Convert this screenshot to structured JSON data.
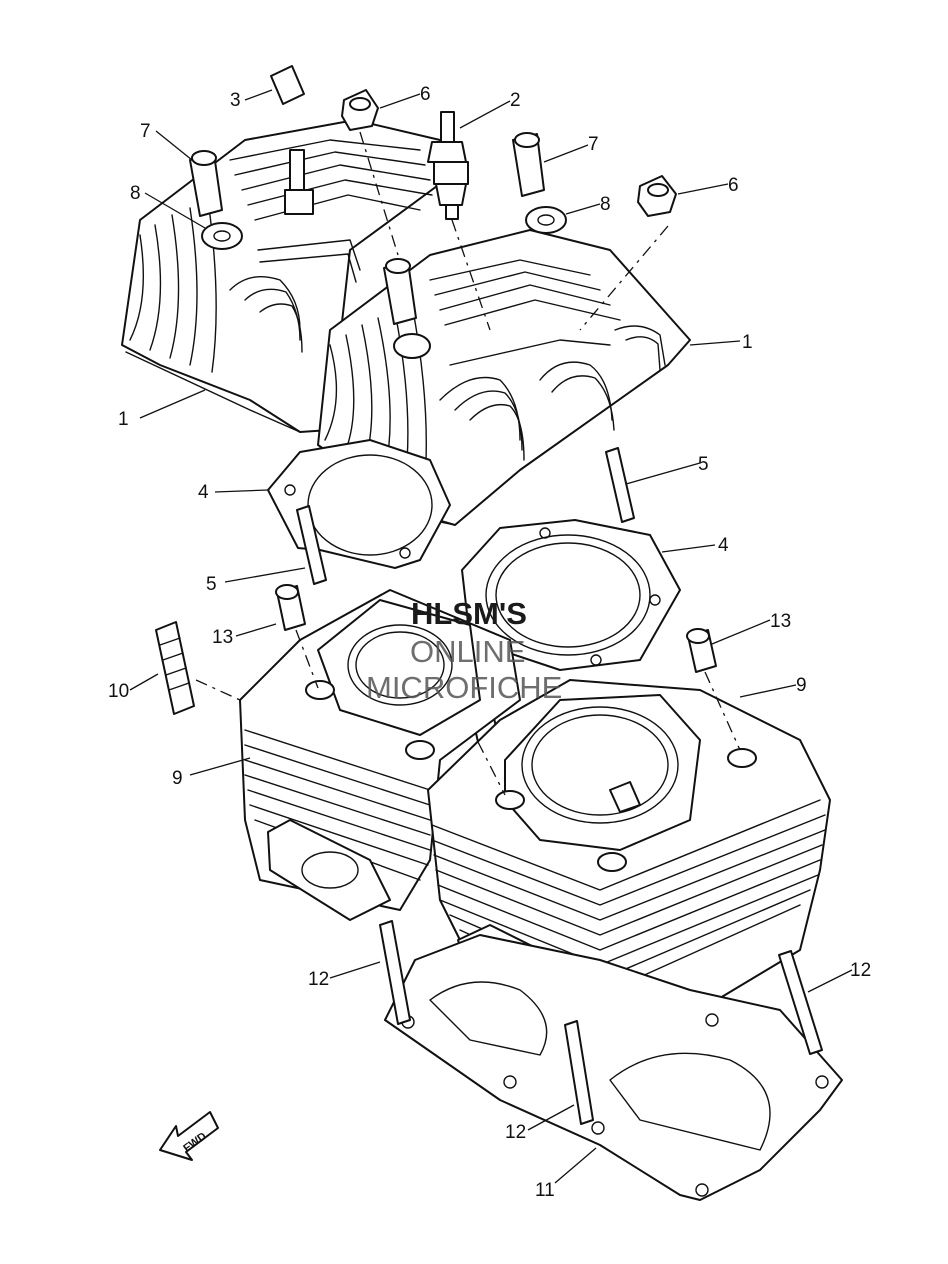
{
  "callouts": [
    {
      "id": "c1a",
      "text": "1"
    },
    {
      "id": "c1b",
      "text": "1"
    },
    {
      "id": "c2",
      "text": "2"
    },
    {
      "id": "c3",
      "text": "3"
    },
    {
      "id": "c4a",
      "text": "4"
    },
    {
      "id": "c4b",
      "text": "4"
    },
    {
      "id": "c5a",
      "text": "5"
    },
    {
      "id": "c5b",
      "text": "5"
    },
    {
      "id": "c6a",
      "text": "6"
    },
    {
      "id": "c6b",
      "text": "6"
    },
    {
      "id": "c7a",
      "text": "7"
    },
    {
      "id": "c7b",
      "text": "7"
    },
    {
      "id": "c8a",
      "text": "8"
    },
    {
      "id": "c8b",
      "text": "8"
    },
    {
      "id": "c9a",
      "text": "9"
    },
    {
      "id": "c9b",
      "text": "9"
    },
    {
      "id": "c10",
      "text": "10"
    },
    {
      "id": "c11",
      "text": "11"
    },
    {
      "id": "c12a",
      "text": "12"
    },
    {
      "id": "c12b",
      "text": "12"
    },
    {
      "id": "c12c",
      "text": "12"
    },
    {
      "id": "c13a",
      "text": "13"
    },
    {
      "id": "c13b",
      "text": "13"
    }
  ],
  "watermark": {
    "line1": "HLSM'S",
    "line2": "ONLINE",
    "line3": "MICROFICHE"
  },
  "fwd_label": "FWD",
  "colors": {
    "line": "#111111",
    "background": "#ffffff",
    "watermark": "#555555"
  }
}
